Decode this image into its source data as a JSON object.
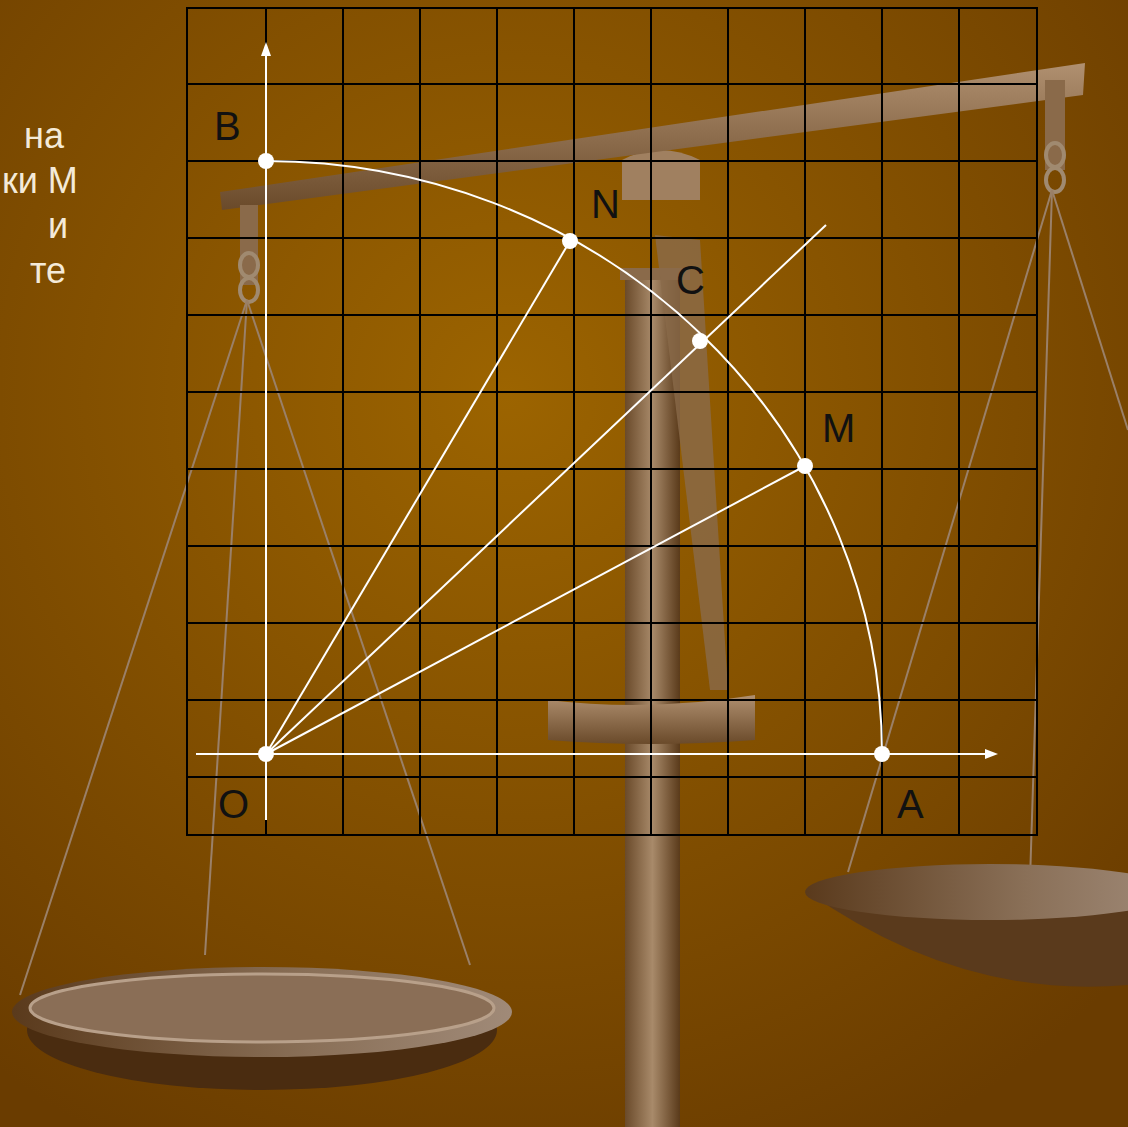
{
  "diagram": {
    "labels": [
      "на",
      "ки M",
      "и",
      "те",
      "B",
      "N",
      "C",
      "M",
      "O",
      "A"
    ]
  }
}
